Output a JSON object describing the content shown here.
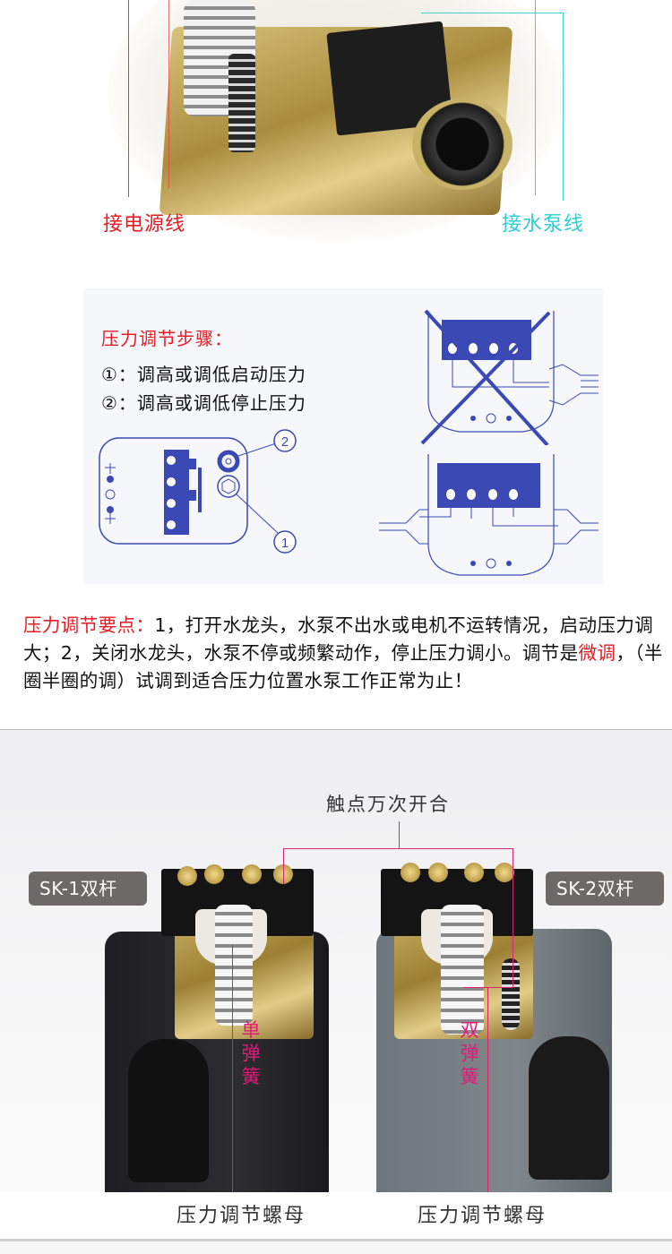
{
  "top_photo": {
    "label_power": "接电源线",
    "label_pump": "接水泵线",
    "colors": {
      "power": "#e51c23",
      "pump": "#2ad0d4"
    }
  },
  "diagram": {
    "title": "压力调节步骤：",
    "steps": [
      "①：调高或调低启动压力",
      "②：调高或调低停止压力"
    ],
    "callouts": [
      "2",
      "1"
    ],
    "line_color": "#3b49b5"
  },
  "notes": {
    "heading": "压力调节要点：",
    "text_1": "1，打开水龙头，水泵不出水或电机不运转情况，启动压力调大；2，关闭水龙头，水泵不停或频繁动作，停止压力调小。调节是",
    "highlight": "微调",
    "text_2": "，（半圈半圈的调）试调到适合压力位置水泵工作正常为止！"
  },
  "bottom_photo": {
    "tag_left": "SK-1双杆",
    "tag_right": "SK-2双杆",
    "contacts_label": "触点万次开合",
    "spring_single": [
      "单",
      "弹",
      "簧"
    ],
    "spring_double": [
      "双",
      "弹",
      "簧"
    ],
    "caption_left": "压力调节螺母",
    "caption_right": "压力调节螺母",
    "colors": {
      "tag_bg": "#6b6a68",
      "annotation": "#e4197a"
    }
  }
}
